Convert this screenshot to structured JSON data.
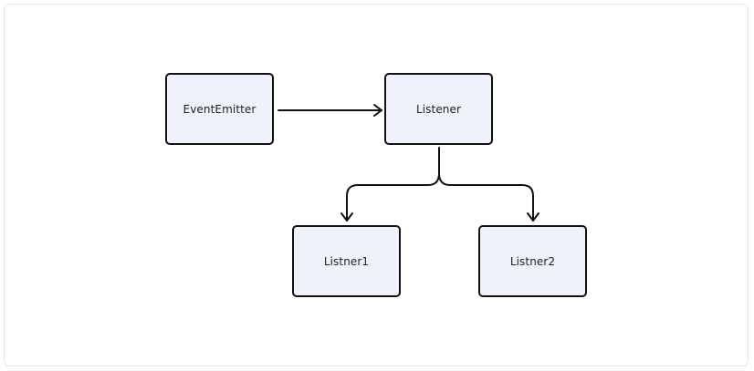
{
  "diagram": {
    "nodes": [
      {
        "id": "event-emitter",
        "label": "EventEmitter"
      },
      {
        "id": "listener",
        "label": "Listener"
      },
      {
        "id": "listner1",
        "label": "Listner1"
      },
      {
        "id": "listner2",
        "label": "Listner2"
      }
    ],
    "edges": [
      {
        "from": "EventEmitter",
        "to": "Listener"
      },
      {
        "from": "Listener",
        "to": "Listner1"
      },
      {
        "from": "Listener",
        "to": "Listner2"
      }
    ],
    "colors": {
      "node_fill": "#eff2fa",
      "node_border": "#111111",
      "edge": "#111111"
    }
  }
}
